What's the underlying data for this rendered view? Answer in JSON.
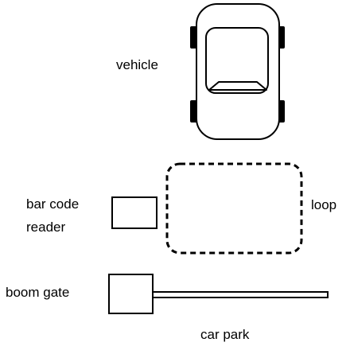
{
  "labels": {
    "vehicle": "vehicle",
    "reader_line1": "bar code",
    "reader_line2": "reader",
    "loop": "loop",
    "boom_gate": "boom gate",
    "car_park": "car park"
  },
  "colors": {
    "stroke": "#000000",
    "background": "#ffffff",
    "text": "#000000"
  }
}
